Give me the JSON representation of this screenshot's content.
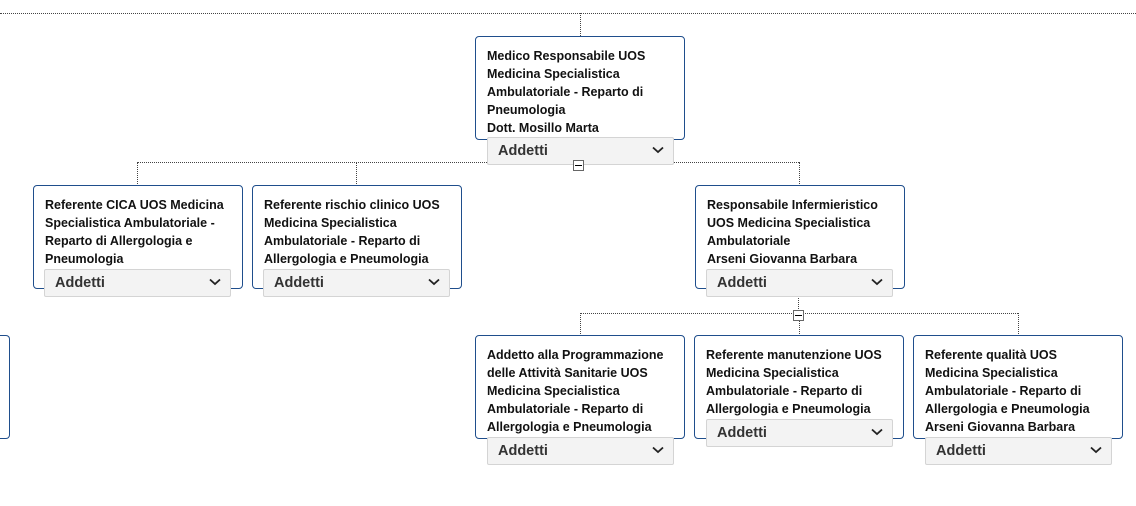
{
  "nodes": {
    "root": {
      "lines": [
        "Medico Responsabile UOS",
        "Medicina Specialistica",
        "Ambulatoriale - Reparto di",
        "Pneumologia",
        "Dott. Mosillo Marta"
      ],
      "dropdown": "Addetti"
    },
    "cica": {
      "lines": [
        "Referente CICA UOS Medicina",
        "Specialistica Ambulatoriale -",
        "Reparto di Allergologia e",
        "Pneumologia"
      ],
      "dropdown": "Addetti"
    },
    "rischio": {
      "lines": [
        "Referente rischio clinico UOS",
        "Medicina Specialistica",
        "Ambulatoriale - Reparto di",
        "Allergologia e Pneumologia"
      ],
      "dropdown": "Addetti"
    },
    "infermieristico": {
      "lines": [
        "Responsabile Infermieristico",
        "UOS Medicina Specialistica",
        "Ambulatoriale",
        "Arseni Giovanna Barbara"
      ],
      "dropdown": "Addetti"
    },
    "programmazione": {
      "lines": [
        "Addetto alla Programmazione",
        "delle Attività Sanitarie UOS",
        "Medicina Specialistica",
        "Ambulatoriale - Reparto di",
        "Allergologia e Pneumologia"
      ],
      "dropdown": "Addetti"
    },
    "manutenzione": {
      "lines": [
        "Referente manutenzione UOS",
        "Medicina Specialistica",
        "Ambulatoriale - Reparto di",
        "Allergologia e Pneumologia"
      ],
      "dropdown": "Addetti"
    },
    "qualita": {
      "lines": [
        "Referente qualità UOS",
        "Medicina Specialistica",
        "Ambulatoriale - Reparto di",
        "Allergologia e Pneumologia",
        "Arseni Giovanna Barbara"
      ],
      "dropdown": "Addetti"
    }
  },
  "icons": {
    "collapse": "collapse-toggle-icon",
    "dropdown": "chevron-down-icon"
  },
  "colors": {
    "node_border": "#1f4e8c",
    "dropdown_bg": "#f3f3f3",
    "connector": "#444444"
  }
}
